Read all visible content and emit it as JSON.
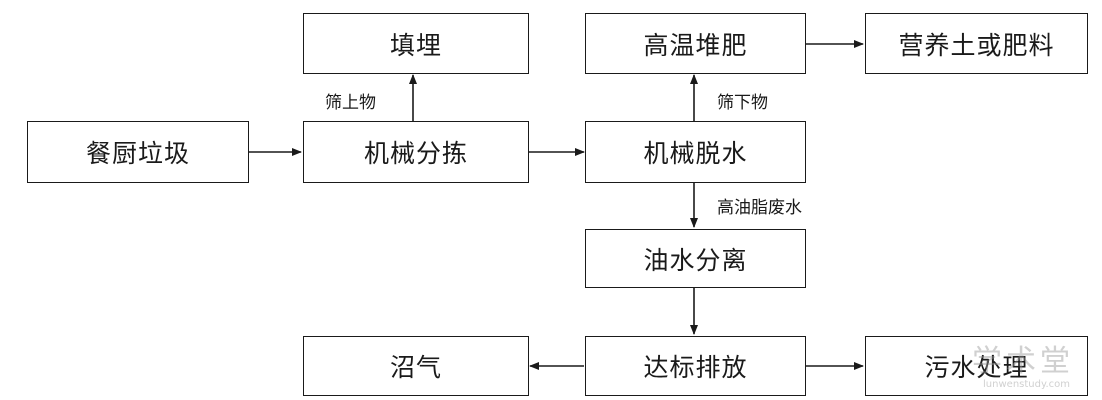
{
  "nodes": {
    "kitchen_waste": "餐厨垃圾",
    "mechanical_sorting": "机械分拣",
    "landfill": "填埋",
    "mechanical_dewatering": "机械脱水",
    "high_temp_composting": "高温堆肥",
    "nutrient_soil_fertilizer": "营养土或肥料",
    "oil_water_separation": "油水分离",
    "discharge_to_standard": "达标排放",
    "biogas": "沼气",
    "sewage_treatment": "污水处理"
  },
  "edge_labels": {
    "oversize": "筛上物",
    "undersize": "筛下物",
    "high_grease_wastewater": "高油脂废水"
  },
  "watermark": {
    "text": "学术堂",
    "subtext": "lunwenstudy.com"
  }
}
